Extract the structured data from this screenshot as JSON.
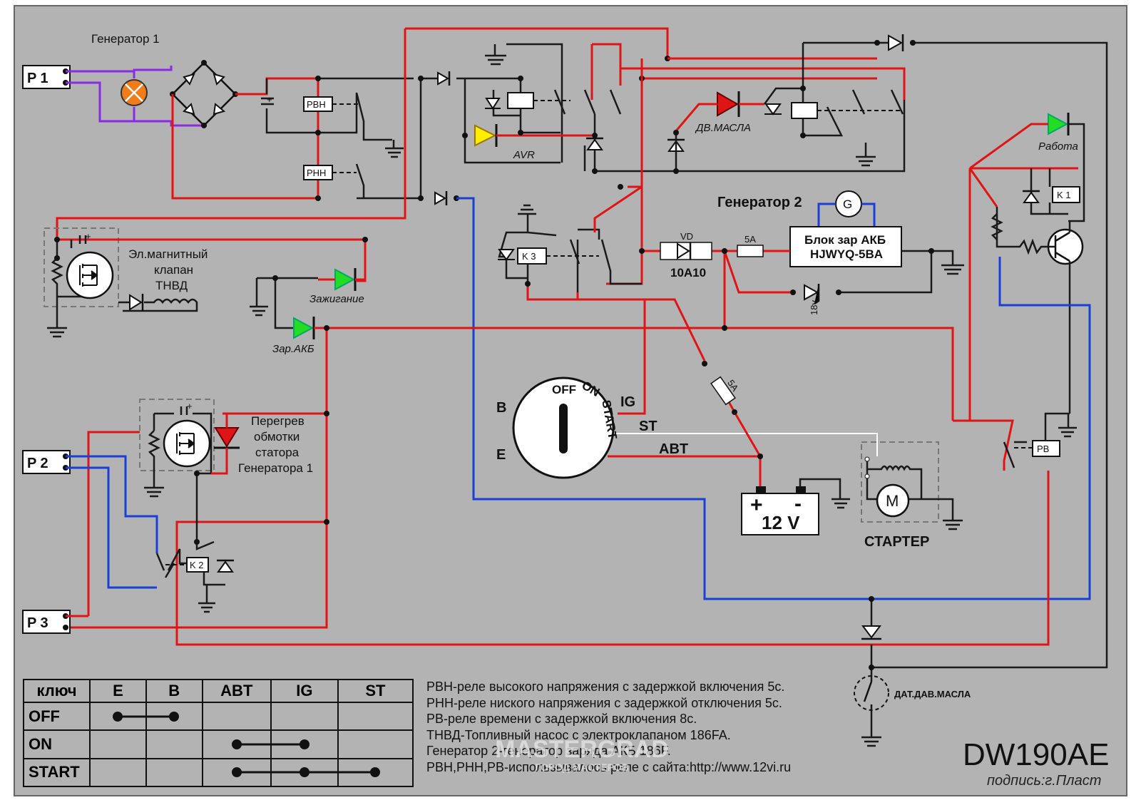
{
  "colors": {
    "background": "#b3b3b3",
    "wire_red": "#e01414",
    "wire_blue": "#1a3fd6",
    "wire_purple": "#8a2be2",
    "led_green": "#22dd22",
    "led_red": "#e01414",
    "led_yellow": "#ffee00",
    "lamp_orange": "#f07d1a"
  },
  "labels": {
    "gen1": "Генератор 1",
    "gen2": "Генератор 2",
    "p1": "P 1",
    "p2": "P 2",
    "p3": "P 3",
    "rvn": "PBH",
    "rnn": "PHH",
    "avr": "AVR",
    "oil_motor": "ДВ.МАСЛА",
    "work": "Работа",
    "k1": "K 1",
    "k2": "K 2",
    "k3": "K 3",
    "rv": "PB",
    "charger_line1": "Блок зар АКБ",
    "charger_line2": "HJWYQ-5BA",
    "vd": "VD",
    "diode_part": "10A10",
    "fuse1": "5A",
    "fuse2": "5A",
    "zener": "18v",
    "solenoid_line1": "Эл.магнитный",
    "solenoid_line2": "клапан",
    "solenoid_line3": "ТНВД",
    "ignition": "Зажигание",
    "charge_akb": "Зар.АКБ",
    "overheat_line1": "Перегрев",
    "overheat_line2": "обмотки",
    "overheat_line3": "статора",
    "overheat_line4": "Генератора 1",
    "key_B": "B",
    "key_E": "E",
    "key_OFF": "OFF",
    "key_ON": "ON",
    "key_START": "START",
    "key_IG": "IG",
    "key_ST": "ST",
    "key_ABT": "ABT",
    "battery": "12 V",
    "battery_plus": "+",
    "battery_minus": "-",
    "motor": "M",
    "starter": "СТАРТЕР",
    "oil_sensor": "ДАТ.ДАВ.МАСЛА",
    "model": "DW190AE",
    "signature": "подпись:г.Пласт",
    "watermark1": "MASTERGRAD",
    "watermark2": "ГОРОД МАСТЕРОВ",
    "gen_symbol": "G"
  },
  "key_table": {
    "headers": [
      "ключ",
      "E",
      "B",
      "ABT",
      "IG",
      "ST"
    ],
    "rows": [
      {
        "label": "OFF",
        "connected": [
          "E",
          "B"
        ]
      },
      {
        "label": "ON",
        "connected": [
          "ABT",
          "IG"
        ]
      },
      {
        "label": "START",
        "connected": [
          "ABT",
          "IG",
          "ST"
        ]
      }
    ]
  },
  "notes": [
    "PBH-реле высокого напряжения с задержкой включения 5с.",
    "PHH-реле ниского напряжения с задержкой отключения 5с.",
    "PB-реле времени с задержкой включения 8с.",
    "ТНВД-Топливный насос с электроклапаном 186FA.",
    "Генератор 2-генератор заряда АКБ 186F.",
    "PBH,PHH,PB-использывалось реле с сайта:http://www.12vi.ru"
  ]
}
